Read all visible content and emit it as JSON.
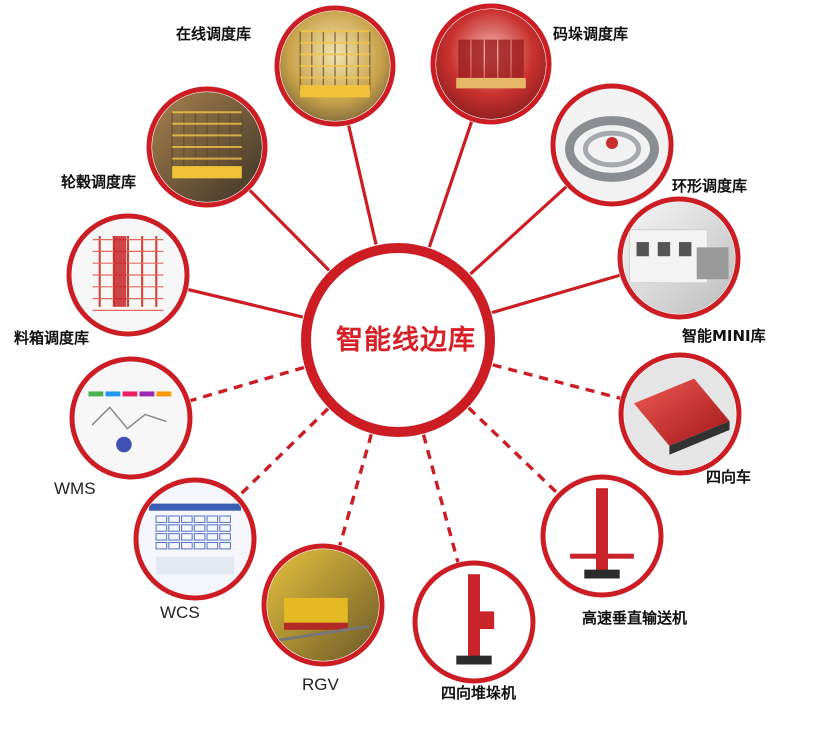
{
  "diagram": {
    "center": {
      "title": "智能线边库"
    },
    "colors": {
      "accent": "#d61f26",
      "ring": "#cc1d24",
      "label": "#111111"
    },
    "nodes": [
      {
        "id": "online",
        "label": "在线调度库",
        "link": "solid"
      },
      {
        "id": "stacking",
        "label": "码垛调度库",
        "link": "solid"
      },
      {
        "id": "ring",
        "label": "环形调度库",
        "link": "solid"
      },
      {
        "id": "mini",
        "label": "智能MINI库",
        "link": "solid"
      },
      {
        "id": "shuttle4",
        "label": "四向车",
        "link": "dashed"
      },
      {
        "id": "conveyor",
        "label": "高速垂直输送机",
        "link": "dashed"
      },
      {
        "id": "stacker4",
        "label": "四向堆垛机",
        "link": "dashed"
      },
      {
        "id": "rgv",
        "label": "RGV",
        "link": "dashed"
      },
      {
        "id": "wcs",
        "label": "WCS",
        "link": "dashed"
      },
      {
        "id": "wms",
        "label": "WMS",
        "link": "dashed"
      },
      {
        "id": "bin",
        "label": "料箱调度库",
        "link": "solid"
      },
      {
        "id": "wheel",
        "label": "轮毂调度库",
        "link": "solid"
      }
    ]
  }
}
